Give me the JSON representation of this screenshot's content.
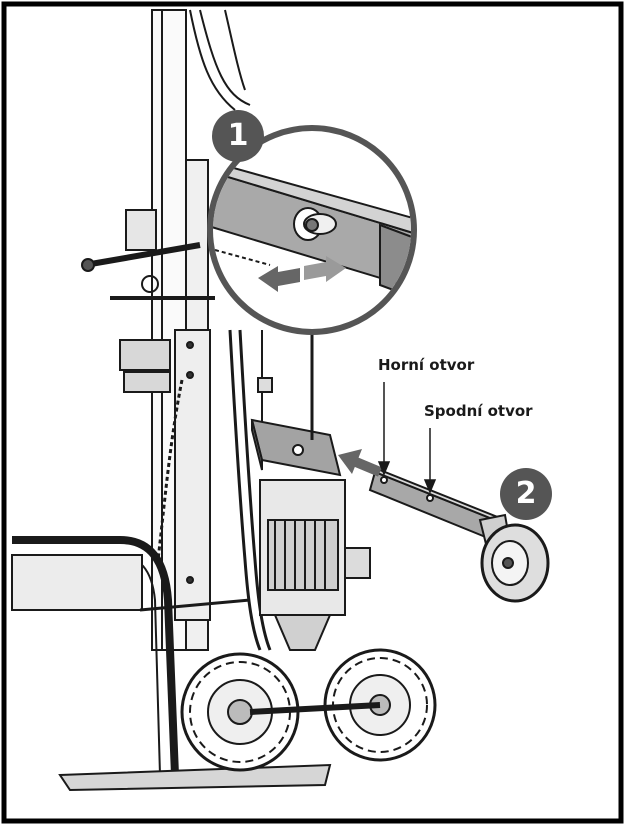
{
  "steps": [
    {
      "number": "1"
    },
    {
      "number": "2"
    }
  ],
  "labels": {
    "upper_hole": "Horní otvor",
    "lower_hole": "Spodní otvor"
  },
  "colors": {
    "frame": "#000000",
    "line": "#1a1a1a",
    "metal_dark": "#8c8c8c",
    "metal_light": "#c8c8c8",
    "badge": "#555555",
    "arrow": "#666666"
  }
}
